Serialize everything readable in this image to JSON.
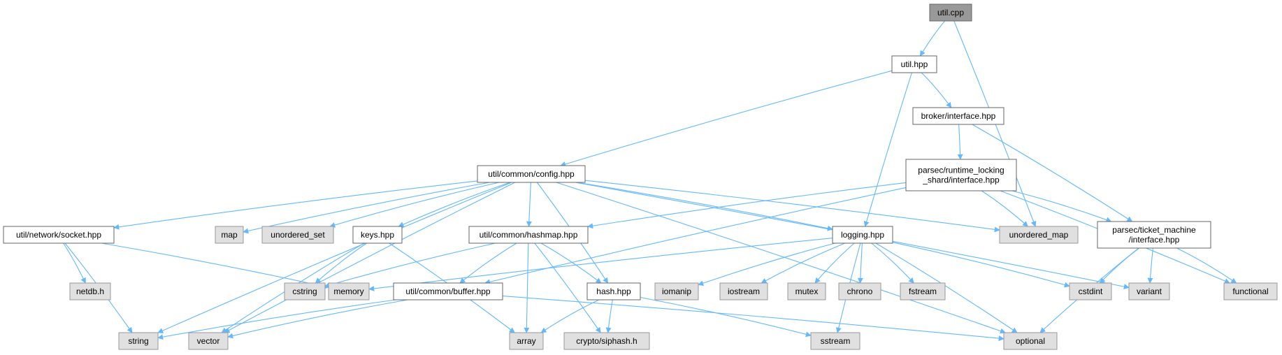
{
  "colors": {
    "background": "#ffffff",
    "edge": "#63b8ff",
    "root_fill": "#999999",
    "root_border": "#666666",
    "project_fill": "#ffffff",
    "project_border": "#666666",
    "system_fill": "#e0e0e0",
    "system_border": "#999999",
    "label": "#000000"
  },
  "nodes": [
    {
      "id": "util_cpp",
      "lines": [
        "util.cpp"
      ],
      "kind": "root",
      "interactable": false
    },
    {
      "id": "util_hpp",
      "lines": [
        "util.hpp"
      ],
      "kind": "project",
      "interactable": true
    },
    {
      "id": "broker_interface",
      "lines": [
        "broker/interface.hpp"
      ],
      "kind": "project",
      "interactable": true
    },
    {
      "id": "parsec_rls",
      "lines": [
        "parsec/runtime_locking",
        "_shard/interface.hpp"
      ],
      "kind": "project",
      "interactable": true
    },
    {
      "id": "config_hpp",
      "lines": [
        "util/common/config.hpp"
      ],
      "kind": "project",
      "interactable": true
    },
    {
      "id": "socket_hpp",
      "lines": [
        "util/network/socket.hpp"
      ],
      "kind": "project",
      "interactable": true
    },
    {
      "id": "map",
      "lines": [
        "map"
      ],
      "kind": "system",
      "interactable": false
    },
    {
      "id": "unordered_set",
      "lines": [
        "unordered_set"
      ],
      "kind": "system",
      "interactable": false
    },
    {
      "id": "keys_hpp",
      "lines": [
        "keys.hpp"
      ],
      "kind": "project",
      "interactable": true
    },
    {
      "id": "hashmap_hpp",
      "lines": [
        "util/common/hashmap.hpp"
      ],
      "kind": "project",
      "interactable": true
    },
    {
      "id": "logging_hpp",
      "lines": [
        "logging.hpp"
      ],
      "kind": "project",
      "interactable": true
    },
    {
      "id": "unordered_map",
      "lines": [
        "unordered_map"
      ],
      "kind": "system",
      "interactable": false
    },
    {
      "id": "ticket_machine",
      "lines": [
        "parsec/ticket_machine",
        "/interface.hpp"
      ],
      "kind": "project",
      "interactable": true
    },
    {
      "id": "netdb_h",
      "lines": [
        "netdb.h"
      ],
      "kind": "system",
      "interactable": false
    },
    {
      "id": "cstring",
      "lines": [
        "cstring"
      ],
      "kind": "system",
      "interactable": false
    },
    {
      "id": "memory",
      "lines": [
        "memory"
      ],
      "kind": "system",
      "interactable": false
    },
    {
      "id": "buffer_hpp",
      "lines": [
        "util/common/buffer.hpp"
      ],
      "kind": "project",
      "interactable": true
    },
    {
      "id": "hash_hpp",
      "lines": [
        "hash.hpp"
      ],
      "kind": "project",
      "interactable": true
    },
    {
      "id": "iomanip",
      "lines": [
        "iomanip"
      ],
      "kind": "system",
      "interactable": false
    },
    {
      "id": "iostream",
      "lines": [
        "iostream"
      ],
      "kind": "system",
      "interactable": false
    },
    {
      "id": "mutex",
      "lines": [
        "mutex"
      ],
      "kind": "system",
      "interactable": false
    },
    {
      "id": "chrono",
      "lines": [
        "chrono"
      ],
      "kind": "system",
      "interactable": false
    },
    {
      "id": "fstream",
      "lines": [
        "fstream"
      ],
      "kind": "system",
      "interactable": false
    },
    {
      "id": "cstdint",
      "lines": [
        "cstdint"
      ],
      "kind": "system",
      "interactable": false
    },
    {
      "id": "variant",
      "lines": [
        "variant"
      ],
      "kind": "system",
      "interactable": false
    },
    {
      "id": "functional",
      "lines": [
        "functional"
      ],
      "kind": "system",
      "interactable": false
    },
    {
      "id": "string",
      "lines": [
        "string"
      ],
      "kind": "system",
      "interactable": false
    },
    {
      "id": "vector",
      "lines": [
        "vector"
      ],
      "kind": "system",
      "interactable": false
    },
    {
      "id": "array",
      "lines": [
        "array"
      ],
      "kind": "system",
      "interactable": false
    },
    {
      "id": "siphash_h",
      "lines": [
        "crypto/siphash.h"
      ],
      "kind": "system",
      "interactable": false
    },
    {
      "id": "sstream",
      "lines": [
        "sstream"
      ],
      "kind": "system",
      "interactable": false
    },
    {
      "id": "optional",
      "lines": [
        "optional"
      ],
      "kind": "system",
      "interactable": false
    }
  ],
  "edges": [
    [
      "util_cpp",
      "util_hpp"
    ],
    [
      "util_cpp",
      "unordered_map"
    ],
    [
      "util_hpp",
      "config_hpp"
    ],
    [
      "util_hpp",
      "broker_interface"
    ],
    [
      "util_hpp",
      "logging_hpp"
    ],
    [
      "broker_interface",
      "parsec_rls"
    ],
    [
      "broker_interface",
      "ticket_machine"
    ],
    [
      "parsec_rls",
      "buffer_hpp"
    ],
    [
      "parsec_rls",
      "hashmap_hpp"
    ],
    [
      "parsec_rls",
      "unordered_map"
    ],
    [
      "parsec_rls",
      "ticket_machine"
    ],
    [
      "parsec_rls",
      "functional"
    ],
    [
      "config_hpp",
      "socket_hpp"
    ],
    [
      "config_hpp",
      "map"
    ],
    [
      "config_hpp",
      "unordered_set"
    ],
    [
      "config_hpp",
      "keys_hpp"
    ],
    [
      "config_hpp",
      "hashmap_hpp"
    ],
    [
      "config_hpp",
      "hash_hpp"
    ],
    [
      "config_hpp",
      "logging_hpp"
    ],
    [
      "config_hpp",
      "unordered_map"
    ],
    [
      "config_hpp",
      "optional"
    ],
    [
      "config_hpp",
      "variant"
    ],
    [
      "config_hpp",
      "string"
    ],
    [
      "config_hpp",
      "vector"
    ],
    [
      "socket_hpp",
      "netdb_h"
    ],
    [
      "socket_hpp",
      "memory"
    ],
    [
      "socket_hpp",
      "string"
    ],
    [
      "keys_hpp",
      "cstring"
    ],
    [
      "keys_hpp",
      "vector"
    ],
    [
      "keys_hpp",
      "array"
    ],
    [
      "hashmap_hpp",
      "cstring"
    ],
    [
      "hashmap_hpp",
      "buffer_hpp"
    ],
    [
      "hashmap_hpp",
      "hash_hpp"
    ],
    [
      "hashmap_hpp",
      "array"
    ],
    [
      "hashmap_hpp",
      "siphash_h"
    ],
    [
      "logging_hpp",
      "memory"
    ],
    [
      "logging_hpp",
      "iomanip"
    ],
    [
      "logging_hpp",
      "iostream"
    ],
    [
      "logging_hpp",
      "mutex"
    ],
    [
      "logging_hpp",
      "chrono"
    ],
    [
      "logging_hpp",
      "fstream"
    ],
    [
      "logging_hpp",
      "sstream"
    ],
    [
      "logging_hpp",
      "cstdint"
    ],
    [
      "logging_hpp",
      "optional"
    ],
    [
      "ticket_machine",
      "cstdint"
    ],
    [
      "ticket_machine",
      "variant"
    ],
    [
      "ticket_machine",
      "functional"
    ],
    [
      "ticket_machine",
      "optional"
    ],
    [
      "buffer_hpp",
      "string"
    ],
    [
      "buffer_hpp",
      "vector"
    ],
    [
      "buffer_hpp",
      "optional"
    ],
    [
      "hash_hpp",
      "array"
    ],
    [
      "hash_hpp",
      "siphash_h"
    ],
    [
      "hash_hpp",
      "sstream"
    ]
  ]
}
